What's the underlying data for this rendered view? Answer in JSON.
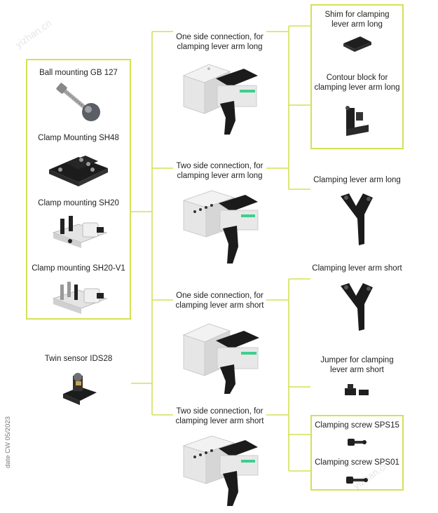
{
  "watermarks": [
    "yizhan.cn",
    "yizhan.cn"
  ],
  "date_label": "date CW 05/2023",
  "left_group": {
    "items": [
      {
        "label": "Ball mounting GB 127",
        "icon": "ball-mounting-icon"
      },
      {
        "label": "Clamp Mounting SH48",
        "icon": "clamp-mounting-sh48-icon"
      },
      {
        "label": "Clamp mounting SH20",
        "icon": "clamp-mounting-sh20-icon"
      },
      {
        "label": "Clamp mounting SH20-V1",
        "icon": "clamp-mounting-sh20-v1-icon"
      }
    ]
  },
  "twin_sensor": {
    "label": "Twin sensor IDS28",
    "icon": "twin-sensor-icon"
  },
  "center": {
    "items": [
      {
        "label": "One side connection, for\nclamping lever arm long"
      },
      {
        "label": "Two side connection, for\nclamping lever arm long"
      },
      {
        "label": "One side connection, for\nclamping lever arm short"
      },
      {
        "label": "Two side connection, for\nclamping lever arm short"
      }
    ]
  },
  "right_top_group": {
    "items": [
      {
        "label": "Shim for clamping\nlever arm long"
      },
      {
        "label": "Contour block for\nclamping lever arm long"
      }
    ]
  },
  "right": {
    "lever_long": "Clamping lever arm long",
    "lever_short": "Clamping lever arm short",
    "jumper": "Jumper for clamping\nlever arm short"
  },
  "right_bottom_group": {
    "items": [
      {
        "label": "Clamping screw SPS15"
      },
      {
        "label": "Clamping screw SPS01"
      }
    ]
  },
  "colors": {
    "accent": "#d4e157",
    "line": "#d4e157",
    "device_body": "#e8e8e8",
    "device_dark": "#1b1b1b",
    "green_strip": "#3ecf8e"
  }
}
